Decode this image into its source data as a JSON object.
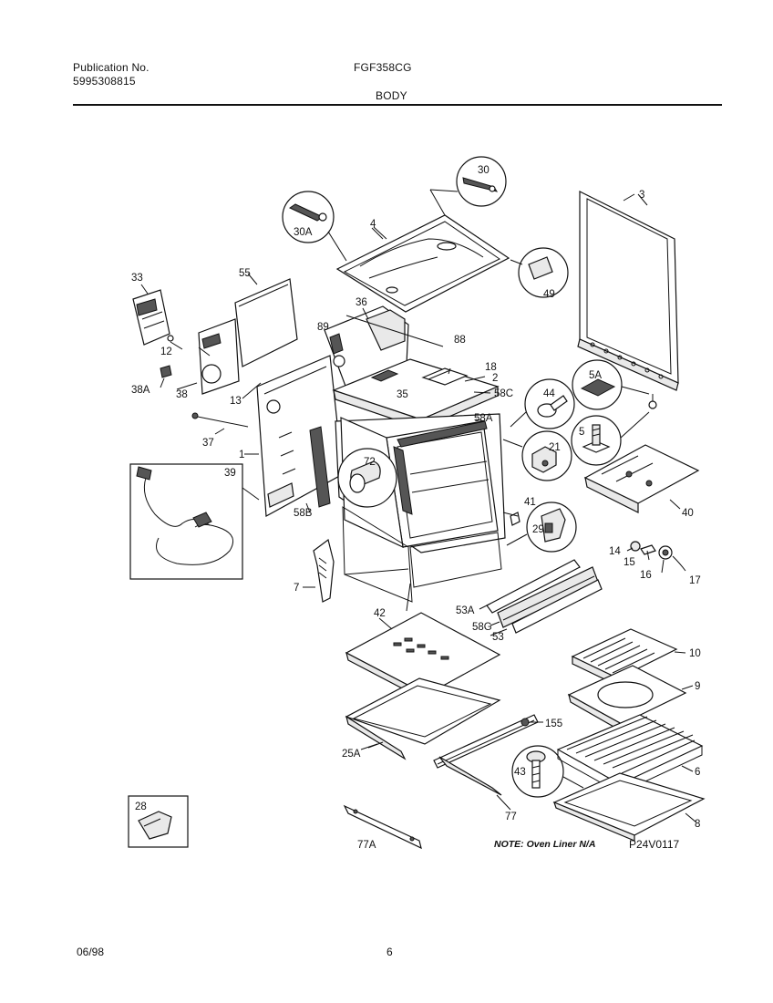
{
  "header": {
    "publication_label": "Publication No.",
    "publication_number": "5995308815",
    "model": "FGF358CG",
    "section": "BODY"
  },
  "footer": {
    "date": "06/98",
    "page": "6"
  },
  "diagram": {
    "note": "NOTE: Oven Liner N/A",
    "drawing_code": "P24V0117",
    "part_labels": {
      "p30": "30",
      "p30a": "30A",
      "p3": "3",
      "p4": "4",
      "p49": "49",
      "p33": "33",
      "p55": "55",
      "p36": "36",
      "p89": "89",
      "p88": "88",
      "p12": "12",
      "p18": "18",
      "p2": "2",
      "p38a": "38A",
      "p38": "38",
      "p13": "13",
      "p35": "35",
      "p58c": "58C",
      "p44": "44",
      "p5a": "5A",
      "p5": "5",
      "p37": "37",
      "p58a": "58A",
      "p21": "21",
      "p1": "1",
      "p72": "72",
      "p39": "39",
      "p40": "40",
      "p58b": "58B",
      "p41": "41",
      "p29": "29",
      "p14": "14",
      "p15": "15",
      "p16": "16",
      "p17": "17",
      "p7": "7",
      "p53a": "53A",
      "p58g": "58G",
      "p53": "53",
      "p42": "42",
      "p10": "10",
      "p9": "9",
      "p155": "155",
      "p25a": "25A",
      "p43": "43",
      "p6": "6",
      "p77": "77",
      "p8": "8",
      "p28": "28",
      "p77a": "77A"
    }
  }
}
